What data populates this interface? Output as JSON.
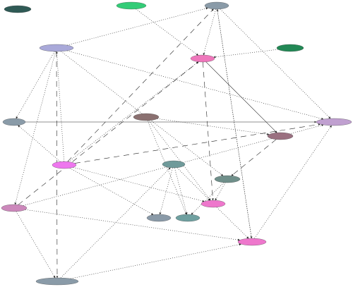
{
  "nodes": [
    {
      "id": "n_tl",
      "label": "",
      "color": "#2f5a55"
    },
    {
      "id": "n_green",
      "label": "",
      "color": "#33cc77"
    },
    {
      "id": "n_top",
      "label": "",
      "color": "#8a9ba8"
    },
    {
      "id": "n_lav",
      "label": "",
      "color": "#a9a9d9"
    },
    {
      "id": "n_pink1",
      "label": "",
      "color": "#ee77bb"
    },
    {
      "id": "n_dgr",
      "label": "",
      "color": "#228855"
    },
    {
      "id": "n_lgray",
      "label": "",
      "color": "#8a9ba8"
    },
    {
      "id": "n_brown",
      "label": "",
      "color": "#8a7070"
    },
    {
      "id": "n_rlav",
      "label": "",
      "color": "#c0a0d0"
    },
    {
      "id": "n_mauve",
      "label": "",
      "color": "#9a7080"
    },
    {
      "id": "n_mag",
      "label": "",
      "color": "#ee77ee"
    },
    {
      "id": "n_teal1",
      "label": "",
      "color": "#6f9a9a"
    },
    {
      "id": "n_teal2",
      "label": "",
      "color": "#6f8f8a"
    },
    {
      "id": "n_pink2",
      "label": "",
      "color": "#ee77cc"
    },
    {
      "id": "n_lpink",
      "label": "",
      "color": "#cc88bb"
    },
    {
      "id": "n_sgray",
      "label": "",
      "color": "#8a9aa8"
    },
    {
      "id": "n_teal3",
      "label": "",
      "color": "#6fa0a0"
    },
    {
      "id": "n_pink3",
      "label": "",
      "color": "#ee77cc"
    },
    {
      "id": "n_bot",
      "label": "",
      "color": "#8a9ba8"
    }
  ],
  "edges": [
    {
      "from": "n_lav",
      "to": "n_top",
      "style": "dotted"
    },
    {
      "from": "n_green",
      "to": "n_pink1",
      "style": "dotted"
    },
    {
      "from": "n_top",
      "to": "n_pink1",
      "style": "dotted"
    },
    {
      "from": "n_top",
      "to": "n_rlav",
      "style": "dotted"
    },
    {
      "from": "n_top",
      "to": "n_pink3",
      "style": "dotted"
    },
    {
      "from": "n_dgr",
      "to": "n_pink1",
      "style": "dotted"
    },
    {
      "from": "n_pink1",
      "to": "n_mauve",
      "style": "solid"
    },
    {
      "from": "n_pink1",
      "to": "n_pink2",
      "style": "dashed"
    },
    {
      "from": "n_lav",
      "to": "n_lgray",
      "style": "dotted"
    },
    {
      "from": "n_lav",
      "to": "n_bot",
      "style": "dashed"
    },
    {
      "from": "n_lav",
      "to": "n_lpink",
      "style": "dotted"
    },
    {
      "from": "n_lav",
      "to": "n_rlav",
      "style": "dotted"
    },
    {
      "from": "n_lav",
      "to": "n_teal2",
      "style": "dotted"
    },
    {
      "from": "n_lgray",
      "to": "n_rlav",
      "style": "solid"
    },
    {
      "from": "n_mag",
      "to": "n_top",
      "style": "dashed"
    },
    {
      "from": "n_mag",
      "to": "n_pink1",
      "style": "dotted"
    },
    {
      "from": "n_mag",
      "to": "n_lav",
      "style": "dotted"
    },
    {
      "from": "n_mag",
      "to": "n_lgray",
      "style": "dotted"
    },
    {
      "from": "n_mag",
      "to": "n_rlav",
      "style": "dashed"
    },
    {
      "from": "n_mag",
      "to": "n_pink2",
      "style": "dotted"
    },
    {
      "from": "n_mag",
      "to": "n_sgray",
      "style": "dotted"
    },
    {
      "from": "n_brown",
      "to": "n_mauve",
      "style": "dotted"
    },
    {
      "from": "n_brown",
      "to": "n_teal3",
      "style": "dotted"
    },
    {
      "from": "n_brown",
      "to": "n_pink2",
      "style": "dotted"
    },
    {
      "from": "n_teal1",
      "to": "n_pink2",
      "style": "dotted"
    },
    {
      "from": "n_teal1",
      "to": "n_sgray",
      "style": "dotted"
    },
    {
      "from": "n_teal1",
      "to": "n_teal3",
      "style": "dotted"
    },
    {
      "from": "n_teal2",
      "to": "n_pink2",
      "style": "dotted"
    },
    {
      "from": "n_teal2",
      "to": "n_teal3",
      "style": "dotted"
    },
    {
      "from": "n_mauve",
      "to": "n_teal2",
      "style": "dashed"
    },
    {
      "from": "n_lpink",
      "to": "n_pink1",
      "style": "dashed"
    },
    {
      "from": "n_lpink",
      "to": "n_rlav",
      "style": "dotted"
    },
    {
      "from": "n_lpink",
      "to": "n_pink3",
      "style": "dotted"
    },
    {
      "from": "n_lpink",
      "to": "n_bot",
      "style": "dotted"
    },
    {
      "from": "n_pink2",
      "to": "n_pink3",
      "style": "dotted"
    },
    {
      "from": "n_pink3",
      "to": "n_top",
      "style": "dotted"
    },
    {
      "from": "n_pink3",
      "to": "n_rlav",
      "style": "dotted"
    },
    {
      "from": "n_bot",
      "to": "n_pink3",
      "style": "dotted"
    },
    {
      "from": "n_bot",
      "to": "n_teal1",
      "style": "dotted"
    }
  ]
}
